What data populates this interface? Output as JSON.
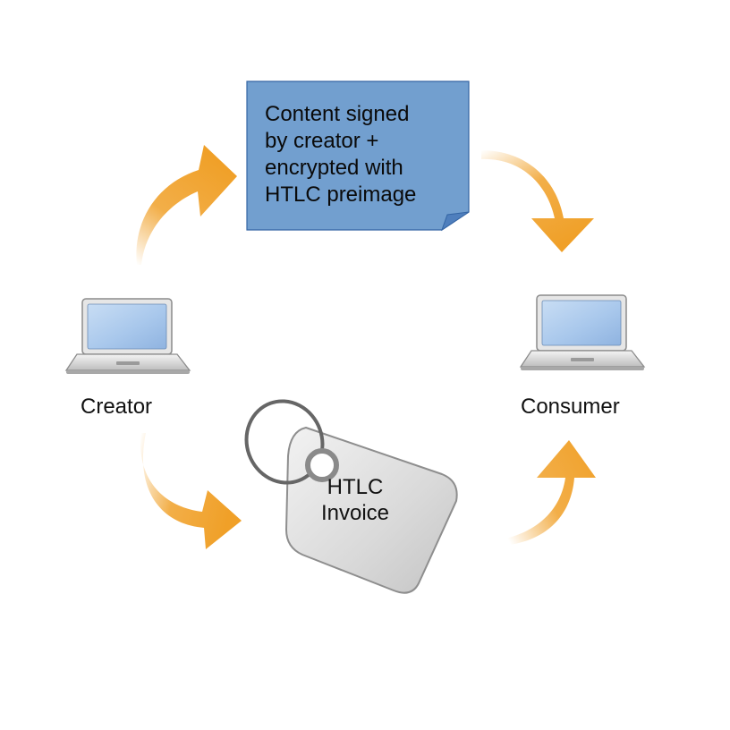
{
  "nodes": {
    "creator": {
      "label": "Creator"
    },
    "consumer": {
      "label": "Consumer"
    }
  },
  "note": {
    "lines": [
      "Content signed",
      "by creator +",
      "encrypted with",
      "HTLC preimage"
    ]
  },
  "tag": {
    "lines": [
      "HTLC",
      "Invoice"
    ]
  },
  "colors": {
    "arrow": "#f0a028",
    "note_fill": "#729fcf",
    "note_border": "#3465a4",
    "tag_fill": "#dcdcdc",
    "laptop_screen": "#a9c8ec"
  }
}
